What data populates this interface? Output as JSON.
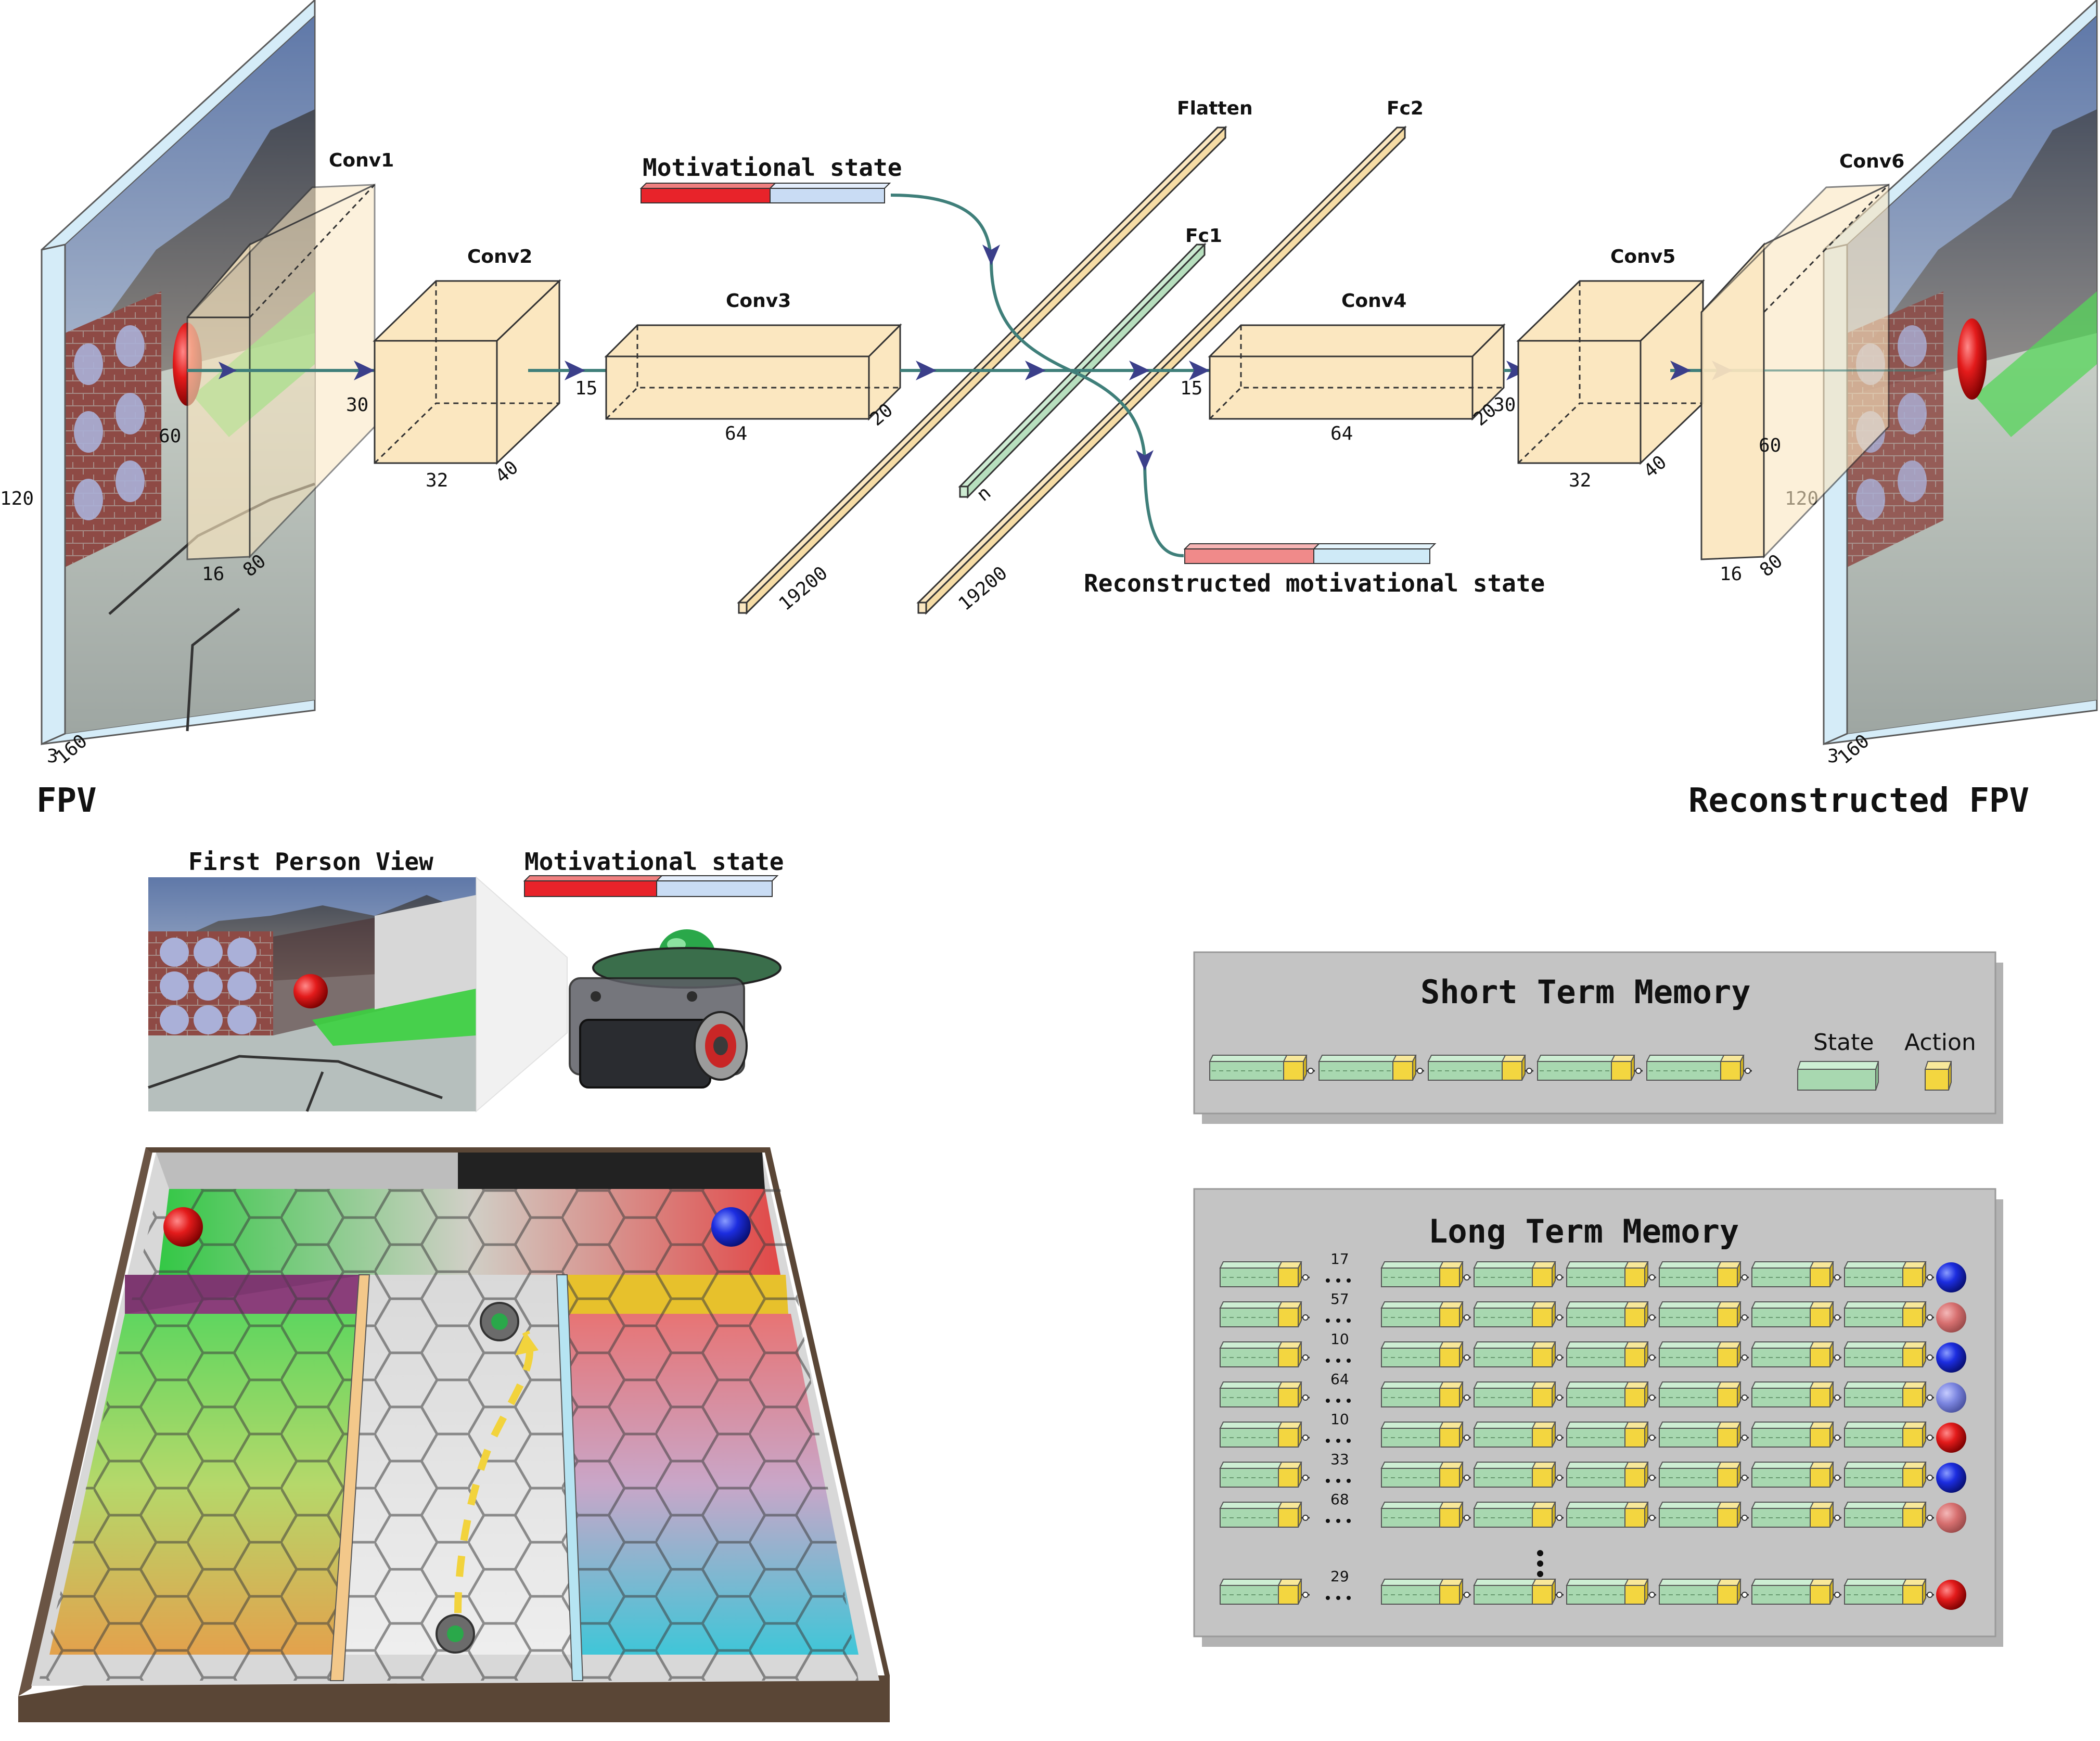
{
  "layers": {
    "conv1": "Conv1",
    "conv2": "Conv2",
    "conv3": "Conv3",
    "conv4": "Conv4",
    "conv5": "Conv5",
    "conv6": "Conv6",
    "flatten": "Flatten",
    "fc1": "Fc1",
    "fc2": "Fc2"
  },
  "dims": {
    "fpv_h": "120",
    "fpv_w": "160",
    "fpv_c": "3",
    "c1_h": "60",
    "c1_c": "16",
    "c1_w": "80",
    "c2_h": "30",
    "c2_c": "32",
    "c2_w": "40",
    "c3_h": "15",
    "c3_c": "64",
    "c3_w": "20",
    "flatten_n": "19200",
    "fc1_n": "n",
    "fc2_n": "19200",
    "c4_h": "15",
    "c4_c": "64",
    "c4_w": "20",
    "c5_h": "30",
    "c5_c": "32",
    "c5_w": "40",
    "c6_h": "60",
    "c6_c": "16",
    "c6_w": "80",
    "rfpv_h": "120",
    "rfpv_w": "160",
    "rfpv_c": "3"
  },
  "labels": {
    "fpv": "FPV",
    "reconstructed_fpv": "Reconstructed FPV",
    "motivational_state": "Motivational state",
    "reconstructed_motivational_state": "Reconstructed motivational state",
    "first_person_view": "First Person View",
    "motivational_state_2": "Motivational state"
  },
  "short_term_memory": {
    "title": "Short Term Memory",
    "legend_state": "State",
    "legend_action": "Action"
  },
  "long_term_memory": {
    "title": "Long Term Memory",
    "rows": [
      {
        "count": "17",
        "goal": "blue"
      },
      {
        "count": "57",
        "goal": "faded-red"
      },
      {
        "count": "10",
        "goal": "blue"
      },
      {
        "count": "64",
        "goal": "faded-blue"
      },
      {
        "count": "10",
        "goal": "red"
      },
      {
        "count": "33",
        "goal": "blue"
      },
      {
        "count": "68",
        "goal": "faded-red"
      },
      {
        "count": "29",
        "goal": "red"
      }
    ]
  },
  "colors": {
    "layer_fill": "#fbe7c0",
    "fc1_fill": "#cdebd2",
    "fpv_border": "#cfeaf7",
    "arrow": "#3b3f8a",
    "line": "#3f7f7a",
    "red": "#e8232a",
    "light_blue": "#c9dcf4",
    "state_green": "#a8d8b0",
    "action_yellow": "#f3d640",
    "panel_gray": "#c4c4c4"
  }
}
